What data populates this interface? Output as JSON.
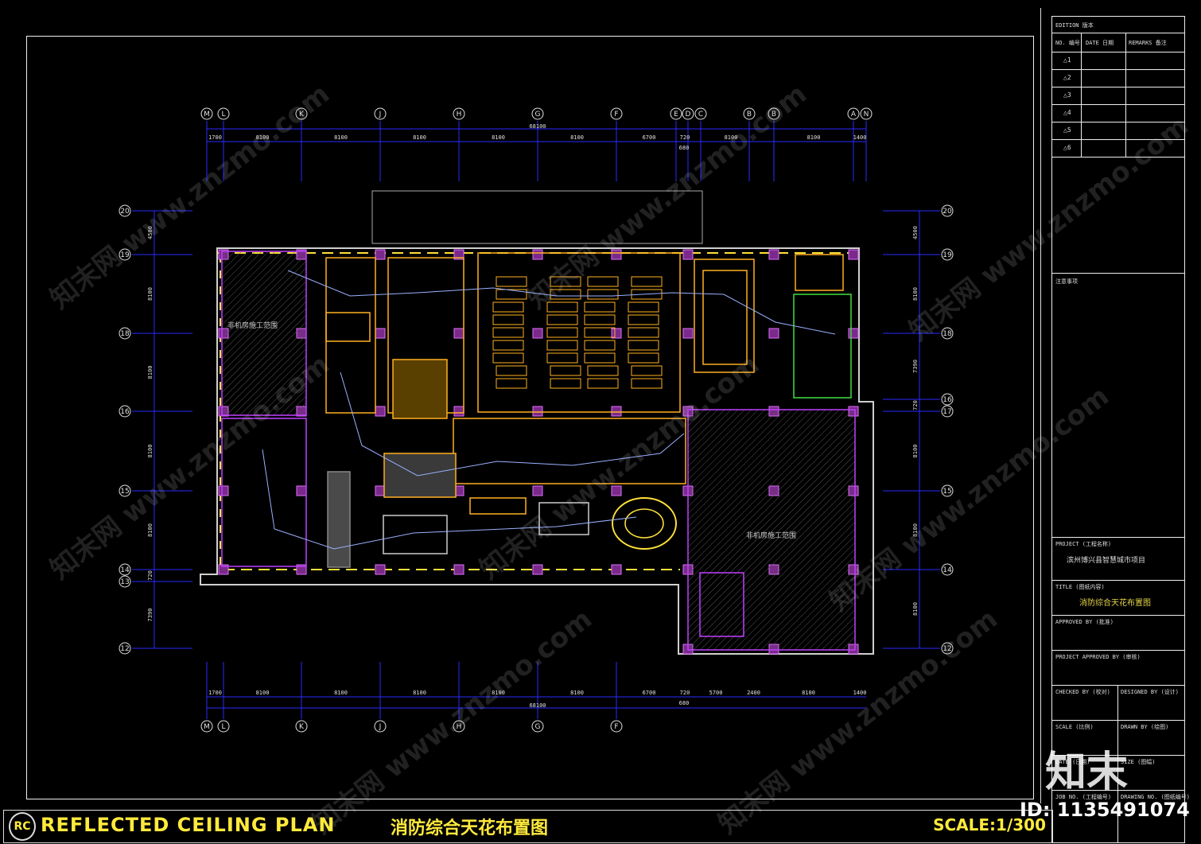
{
  "drawing": {
    "tag": "RC",
    "title_en": "REFLECTED CEILING PLAN",
    "title_cn": "消防综合天花布置图",
    "scale": "SCALE:1/300"
  },
  "grid": {
    "top_labels": [
      "M",
      "L",
      "K",
      "J",
      "H",
      "G",
      "F",
      "E",
      "D",
      "C",
      "B",
      "B",
      "A",
      "N"
    ],
    "bottom_labels": [
      "M",
      "L",
      "K",
      "J",
      "H",
      "G",
      "F"
    ],
    "left_labels": [
      "20",
      "19",
      "18",
      "16",
      "15",
      "14",
      "13",
      "12"
    ],
    "right_labels": [
      "20",
      "19",
      "18",
      "16",
      "17",
      "15",
      "14",
      "12"
    ],
    "top_dims": [
      "1700",
      "8100",
      "8100",
      "8100",
      "8100",
      "8100",
      "6700",
      "720",
      "8100",
      "8100",
      "1400"
    ],
    "top_total": "68100",
    "top_extra": "680",
    "bottom_dims": [
      "1700",
      "8100",
      "8100",
      "8100",
      "8100",
      "8100",
      "6700",
      "720",
      "5700",
      "2400",
      "8100",
      "1400"
    ],
    "bottom_total": "68100",
    "bottom_extra": "680",
    "left_dims": [
      "4500",
      "8100",
      "8100",
      "8100",
      "8100",
      "720",
      "7390"
    ],
    "right_dims": [
      "4500",
      "8100",
      "7390",
      "720",
      "8100",
      "8100",
      "8100"
    ]
  },
  "plan_notes": [
    "非机房施工范围",
    "非机房施工范围"
  ],
  "title_block": {
    "edition": "EDITION 版本",
    "col_no": "NO. 编号",
    "col_date": "DATE 日期",
    "col_remarks": "REMARKS 备注",
    "revisions": [
      "1",
      "2",
      "3",
      "4",
      "5",
      "6"
    ],
    "notes_label": "注意事项",
    "project_label": "PROJECT (工程名称)",
    "project_value": "滨州博兴县智慧城市项目",
    "title_label": "TITLE (图纸内容)",
    "title_value": "消防综合天花布置图",
    "approved_label": "APPROVED BY (批准)",
    "project_approved_label": "PROJECT APPROVED BY (审核)",
    "checked_label": "CHECKED BY (校对)",
    "designed_label": "DESIGNED BY (设计)",
    "scale_label": "SCALE (比例)",
    "drawn_label": "DRAWN BY (绘图)",
    "date_label": "DATE (日期)",
    "size_label": "SIZE (图幅)",
    "job_label": "JOB NO. (工程编号)",
    "drawing_no_label": "DRAWING NO. (图纸编号)"
  },
  "watermark": {
    "text": "知末网 www.znzmo.com",
    "logo": "知末",
    "id": "ID: 1135491074"
  },
  "colors": {
    "dim_line": "#2a2aff",
    "wall": "#c040ff",
    "furniture": "#ffb020",
    "yellow": "#ffe03a",
    "green": "#40e040",
    "text": "#e0e0e0"
  }
}
